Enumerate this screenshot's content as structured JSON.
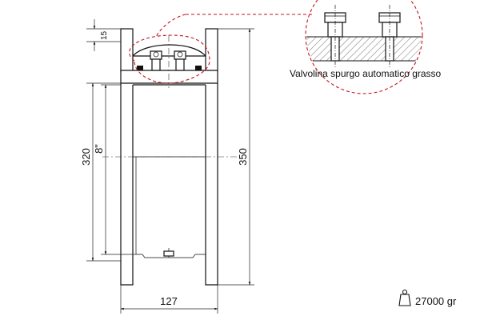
{
  "dimensions": {
    "top_thickness": "15",
    "outer_height": "320",
    "bore_size": "8\"",
    "flange_height": "350",
    "width": "127"
  },
  "callout_label": "Valvolina spurgo automatico grasso",
  "weight": {
    "icon": "weight-icon",
    "value": "27000 gr"
  },
  "colors": {
    "detail_outline": "#c0151b"
  }
}
